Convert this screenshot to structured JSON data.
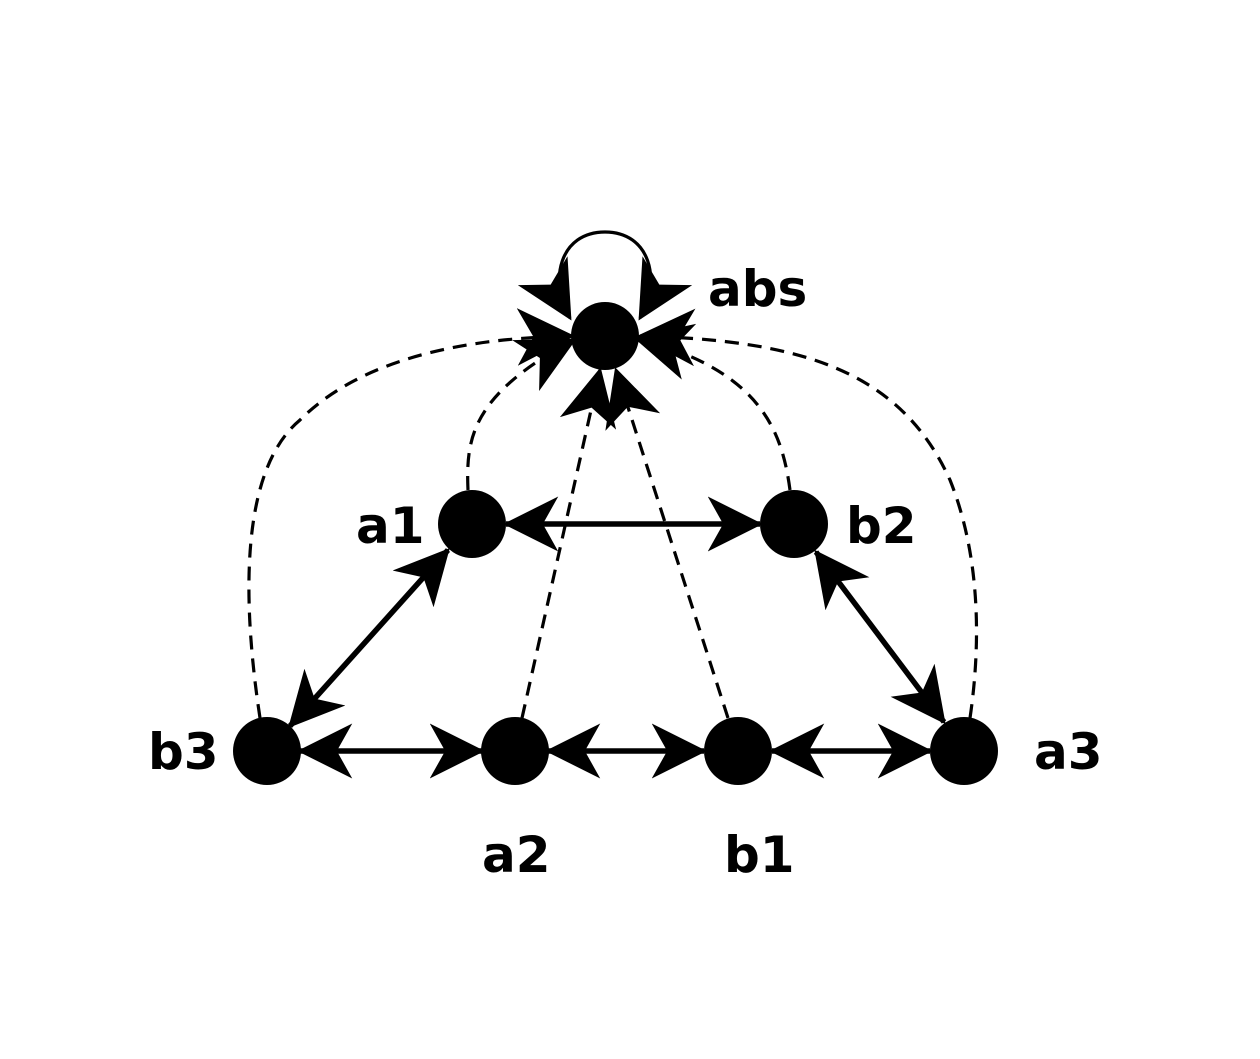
{
  "diagram": {
    "nodes": [
      {
        "id": "abs",
        "label": "abs"
      },
      {
        "id": "a1",
        "label": "a1"
      },
      {
        "id": "b2",
        "label": "b2"
      },
      {
        "id": "b3",
        "label": "b3"
      },
      {
        "id": "a2",
        "label": "a2"
      },
      {
        "id": "b1",
        "label": "b1"
      },
      {
        "id": "a3",
        "label": "a3"
      }
    ],
    "edges": [
      {
        "from": "abs",
        "to": "abs",
        "style": "solid",
        "type": "self-loop"
      },
      {
        "from": "a1",
        "to": "b2",
        "style": "solid",
        "bidirectional": true
      },
      {
        "from": "a1",
        "to": "b3",
        "style": "solid",
        "bidirectional": true
      },
      {
        "from": "b2",
        "to": "a3",
        "style": "solid",
        "bidirectional": true
      },
      {
        "from": "b3",
        "to": "a2",
        "style": "solid",
        "bidirectional": true
      },
      {
        "from": "a2",
        "to": "b1",
        "style": "solid",
        "bidirectional": true
      },
      {
        "from": "b1",
        "to": "a3",
        "style": "solid",
        "bidirectional": true
      },
      {
        "from": "b3",
        "to": "abs",
        "style": "dashed"
      },
      {
        "from": "a1",
        "to": "abs",
        "style": "dashed"
      },
      {
        "from": "a2",
        "to": "abs",
        "style": "dashed"
      },
      {
        "from": "b1",
        "to": "abs",
        "style": "dashed"
      },
      {
        "from": "b2",
        "to": "abs",
        "style": "dashed"
      },
      {
        "from": "a3",
        "to": "abs",
        "style": "dashed"
      }
    ],
    "colors": {
      "node": "#000000",
      "edge": "#000000",
      "background": "#ffffff"
    }
  }
}
